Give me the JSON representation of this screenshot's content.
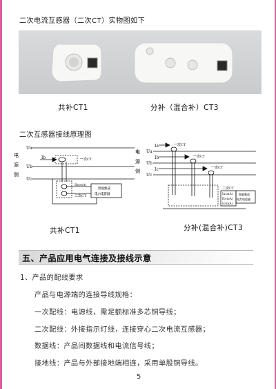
{
  "heading_photo": "二次电流互感器（二次CT）实物图如下",
  "caption_left": "共补CT1",
  "caption_right": "分补（混合补）CT3",
  "heading_diagram": "二次互感器接线原理图",
  "diagram_left": {
    "side_label": [
      "电",
      "源",
      "侧"
    ],
    "line_ua": "Ua",
    "line_ub": "Ub",
    "line_uc": "Uc",
    "ct_label": "一次CT",
    "ib_label": "Ib",
    "ib_ma": "Ib(mA)",
    "secondary_ct": "二次CT",
    "device_line1": "智能集成",
    "device_line2": "电力电容器",
    "caption": "共补CT1"
  },
  "diagram_right": {
    "side_label": [
      "电",
      "源",
      "侧"
    ],
    "line_ua": "Ua",
    "line_ub": "Ub",
    "line_uc": "Uc",
    "ia_label": "Ia",
    "ib_label": "Ib",
    "ic_label": "Ic",
    "ct_label_a": "一次CT",
    "ct_label_b": "一次CT",
    "ct_label_c": "一次CT",
    "secondary_ct": "二次CT",
    "ia_ma": "Ia(mA)",
    "ib_ma": "Ib(mA)",
    "ic_ma": "Ic(mA)",
    "device_line1": "智能集成",
    "device_line2": "电力电容器",
    "caption": "分补(混合补)CT3"
  },
  "section5_title": "五、产品应用电气连接及接线示意",
  "item1_title": "1、产品的配线要求",
  "lines": [
    "产品与电源端的连接导线规格：",
    "一次配线：电源线，需足额标准多芯铜导线；",
    "二次配线：外接指示灯线，连接穿心二次电流互感器；",
    "数据线：产品间数据线和电流信号线；",
    "接地线：产品与外部接地端相连，采用单股铜导线。"
  ],
  "page_number": "5"
}
